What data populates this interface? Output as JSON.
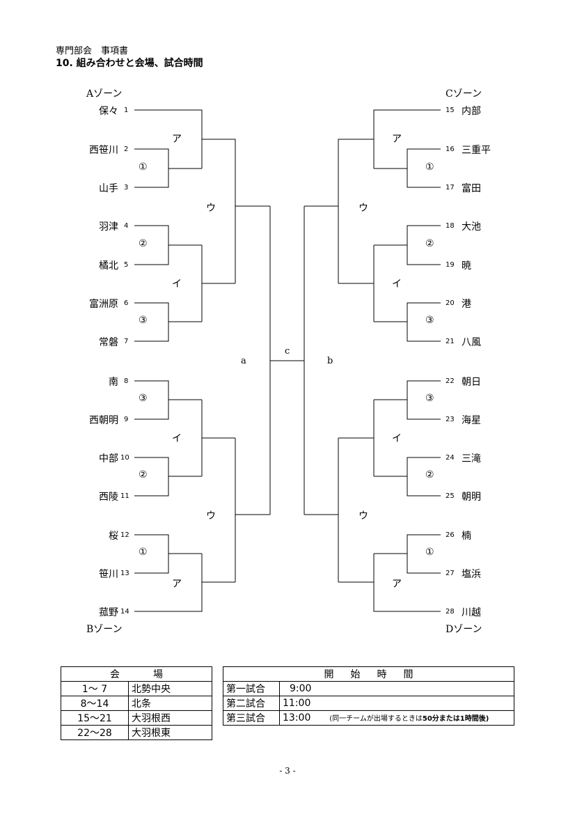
{
  "header": {
    "line1": "専門部会　事項書",
    "line2": "10. 組み合わせと会場、試合時間"
  },
  "zones": {
    "A": "Aゾーン",
    "B": "Bゾーン",
    "C": "Cゾーン",
    "D": "Dゾーン"
  },
  "left_teams": [
    {
      "name": "保々",
      "num": "1"
    },
    {
      "name": "西笹川",
      "num": "2"
    },
    {
      "name": "山手",
      "num": "3"
    },
    {
      "name": "羽津",
      "num": "4"
    },
    {
      "name": "橘北",
      "num": "5"
    },
    {
      "name": "富洲原",
      "num": "6"
    },
    {
      "name": "常磐",
      "num": "7"
    },
    {
      "name": "南",
      "num": "8"
    },
    {
      "name": "西朝明",
      "num": "9"
    },
    {
      "name": "中部",
      "num": "10"
    },
    {
      "name": "西陵",
      "num": "11"
    },
    {
      "name": "桜",
      "num": "12"
    },
    {
      "name": "笹川",
      "num": "13"
    },
    {
      "name": "菰野",
      "num": "14"
    }
  ],
  "right_teams": [
    {
      "name": "内部",
      "num": "15"
    },
    {
      "name": "三重平",
      "num": "16"
    },
    {
      "name": "富田",
      "num": "17"
    },
    {
      "name": "大池",
      "num": "18"
    },
    {
      "name": "暁",
      "num": "19"
    },
    {
      "name": "港",
      "num": "20"
    },
    {
      "name": "八風",
      "num": "21"
    },
    {
      "name": "朝日",
      "num": "22"
    },
    {
      "name": "海星",
      "num": "23"
    },
    {
      "name": "三滝",
      "num": "24"
    },
    {
      "name": "朝明",
      "num": "25"
    },
    {
      "name": "楠",
      "num": "26"
    },
    {
      "name": "塩浜",
      "num": "27"
    },
    {
      "name": "川越",
      "num": "28"
    }
  ],
  "match_marks": {
    "m1": "①",
    "m2": "②",
    "m3": "③",
    "a": "ア",
    "i": "イ",
    "u": "ウ",
    "final_left": "a",
    "final_center": "c",
    "final_right": "b"
  },
  "venue_table": {
    "header": [
      "会",
      "場"
    ],
    "rows": [
      {
        "range": "1～ 7",
        "venue": "北勢中央"
      },
      {
        "range": "8～14",
        "venue": "北条"
      },
      {
        "range": "15～21",
        "venue": "大羽根西"
      },
      {
        "range": "22～28",
        "venue": "大羽根東"
      }
    ]
  },
  "time_table": {
    "header": [
      "開",
      "始",
      "時",
      "間"
    ],
    "rows": [
      {
        "game": "第一試合",
        "time": "9:00",
        "note": ""
      },
      {
        "game": "第二試合",
        "time": "11:00",
        "note": ""
      },
      {
        "game": "第三試合",
        "time": "13:00",
        "note_pre": "(同一チームが出場するときは",
        "note_bold": "50分または1時間後)"
      }
    ]
  },
  "page_number": "- 3 -"
}
